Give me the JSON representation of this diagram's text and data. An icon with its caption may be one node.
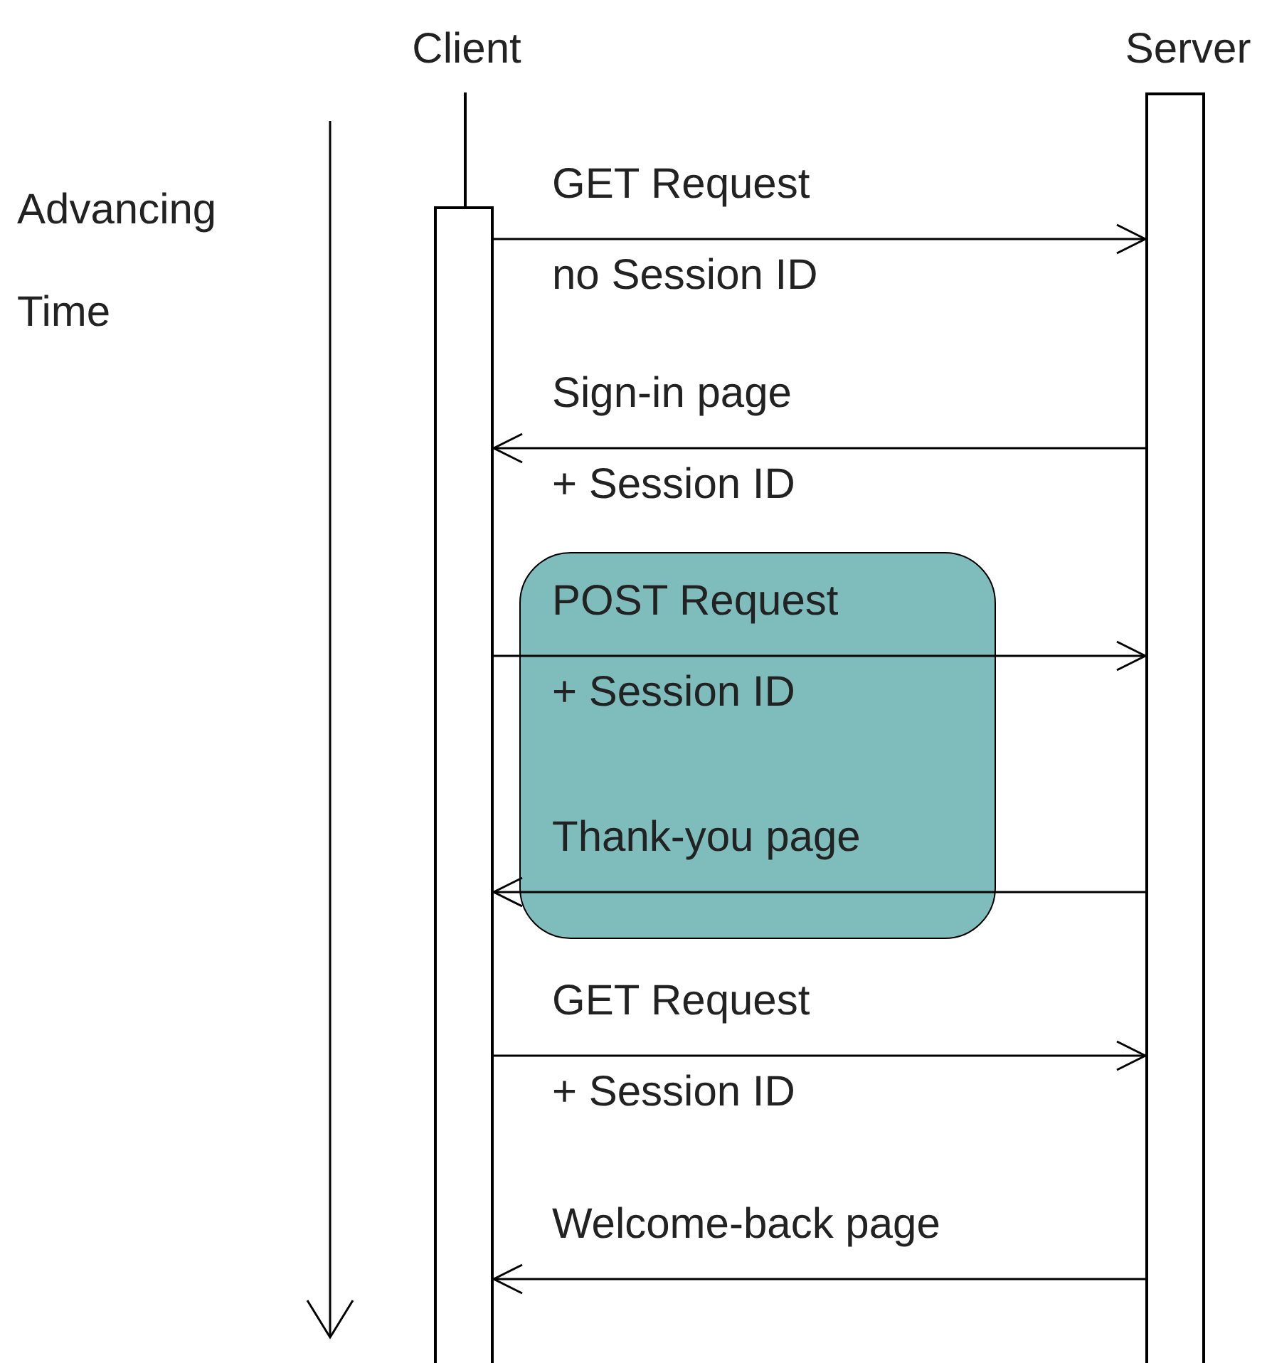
{
  "diagram": {
    "nodes": [
      {
        "text": [
          "Client"
        ]
      },
      {
        "text": [
          "Server"
        ]
      }
    ],
    "edges": [
      {
        "from": 0,
        "to": 1,
        "arrow": "to",
        "label": "GET Request no Session ID"
      },
      {
        "from": 1,
        "to": 0,
        "arrow": "to",
        "label": "Sign-in page + Session ID"
      },
      {
        "from": 0,
        "to": 1,
        "arrow": "to",
        "label": "POST Request + Session ID"
      },
      {
        "from": 1,
        "to": 0,
        "arrow": "to",
        "label": "Thank-you page"
      },
      {
        "from": 0,
        "to": 1,
        "arrow": "to",
        "label": "GET Request + Session ID"
      },
      {
        "from": 1,
        "to": 0,
        "arrow": "to",
        "label": "Welcome-back page"
      }
    ],
    "labels": [
      "Advancing Time"
    ]
  }
}
